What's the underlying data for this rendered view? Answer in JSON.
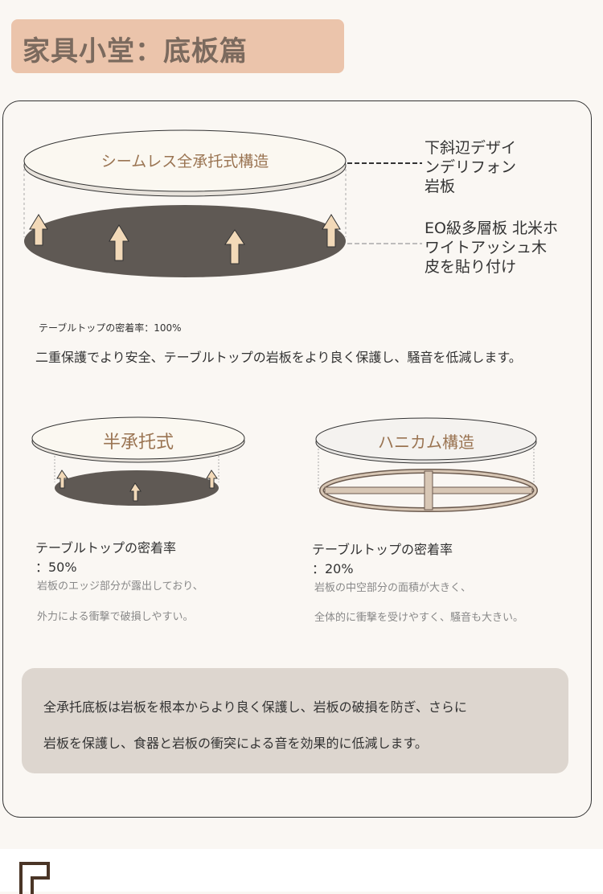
{
  "header": {
    "title": "家具小堂：底板篇"
  },
  "full_support": {
    "diagram_label": "シームレス全承托式構造",
    "callout_top": [
      "下斜辺デザイ",
      "ンデリフォン",
      "岩板"
    ],
    "callout_bottom": [
      "EO級多層板 北米ホ",
      "ワイトアッシュ木",
      "皮を貼り付け"
    ],
    "adhesion": "テーブルトップの密着率：100%",
    "description": "二重保護でより安全、テーブルトップの岩板をより良く保護し、騒音を低減します。"
  },
  "half_support": {
    "diagram_label": "半承托式",
    "adhesion_line1": "テーブルトップの密着率",
    "adhesion_line2": "：50%",
    "note_line1": "岩板のエッジ部分が露出しており、",
    "note_line2": "外力による衝撃で破損しやすい。"
  },
  "honeycomb": {
    "diagram_label": "ハニカム構造",
    "adhesion_line1": "テーブルトップの密着率",
    "adhesion_line2": "：20%",
    "note_line1": "岩板の中空部分の面積が大きく、",
    "note_line2": "全体的に衝撃を受けやすく、騒音も大きい。"
  },
  "summary": {
    "line1": "全承托底板は岩板を根本からより良く保護し、岩板の破損を防ぎ、さらに",
    "line2": "岩板を保護し、食器と岩板の衝突による音を効果的に低減します。"
  },
  "colors": {
    "accent": "#ebc4ab",
    "label": "#9a7452",
    "dark_board": "#5f5954",
    "arrow": "#f2d9b8"
  }
}
